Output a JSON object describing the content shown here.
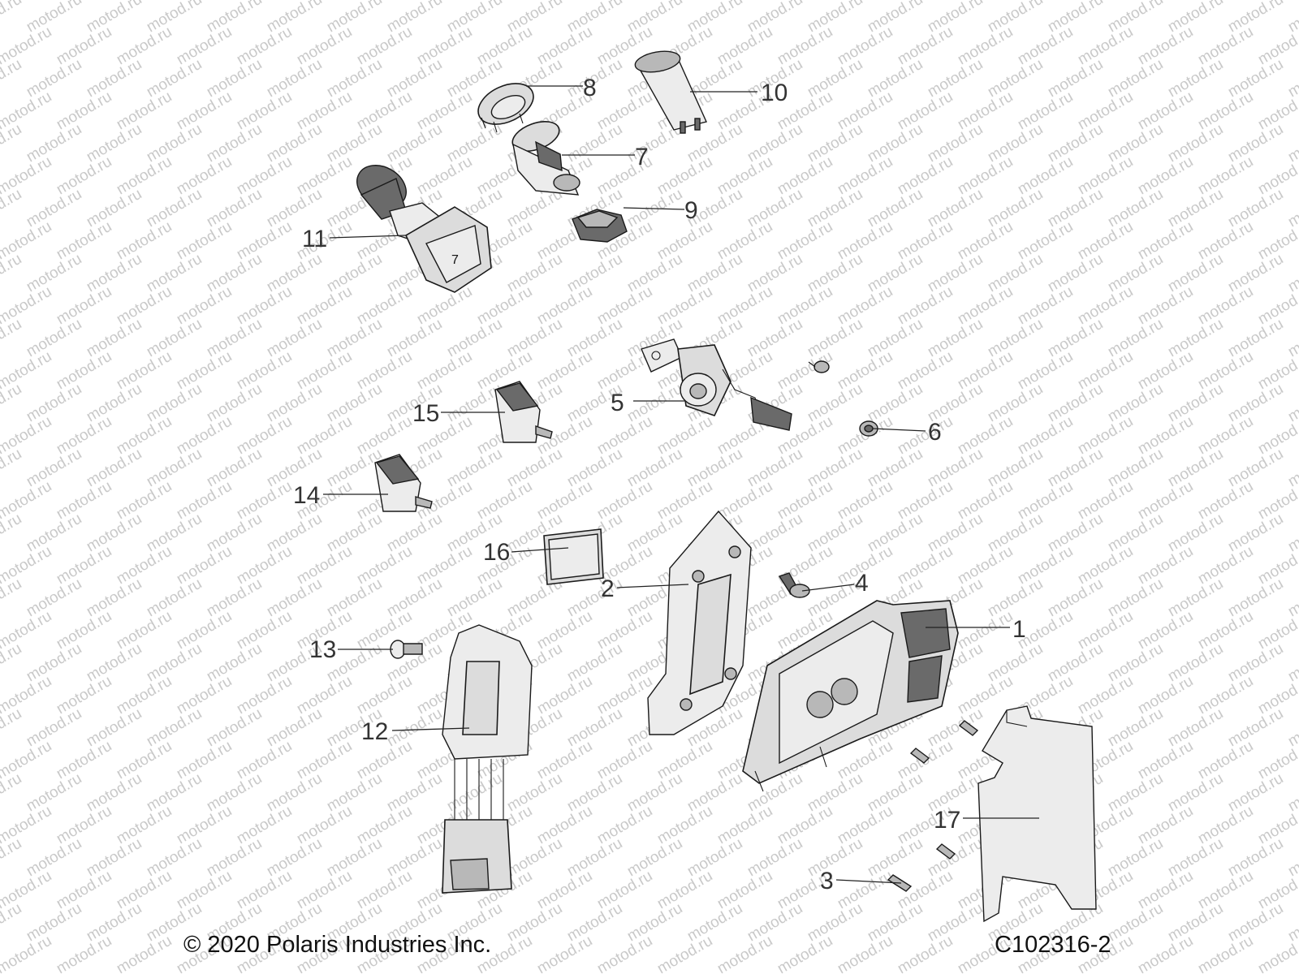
{
  "watermark": "motod.ru",
  "callouts": [
    {
      "id": "c1",
      "label": "1"
    },
    {
      "id": "c2",
      "label": "2"
    },
    {
      "id": "c3",
      "label": "3"
    },
    {
      "id": "c4",
      "label": "4"
    },
    {
      "id": "c5",
      "label": "5"
    },
    {
      "id": "c6",
      "label": "6"
    },
    {
      "id": "c7",
      "label": "7"
    },
    {
      "id": "c8",
      "label": "8"
    },
    {
      "id": "c9",
      "label": "9"
    },
    {
      "id": "c10",
      "label": "10"
    },
    {
      "id": "c11",
      "label": "11"
    },
    {
      "id": "c12",
      "label": "12"
    },
    {
      "id": "c13",
      "label": "13"
    },
    {
      "id": "c14",
      "label": "14"
    },
    {
      "id": "c15",
      "label": "15"
    },
    {
      "id": "c16",
      "label": "16"
    },
    {
      "id": "c17",
      "label": "17"
    }
  ],
  "footer": {
    "copyright": "© 2020 Polaris Industries Inc.",
    "drawing_number": "C102316-2"
  }
}
